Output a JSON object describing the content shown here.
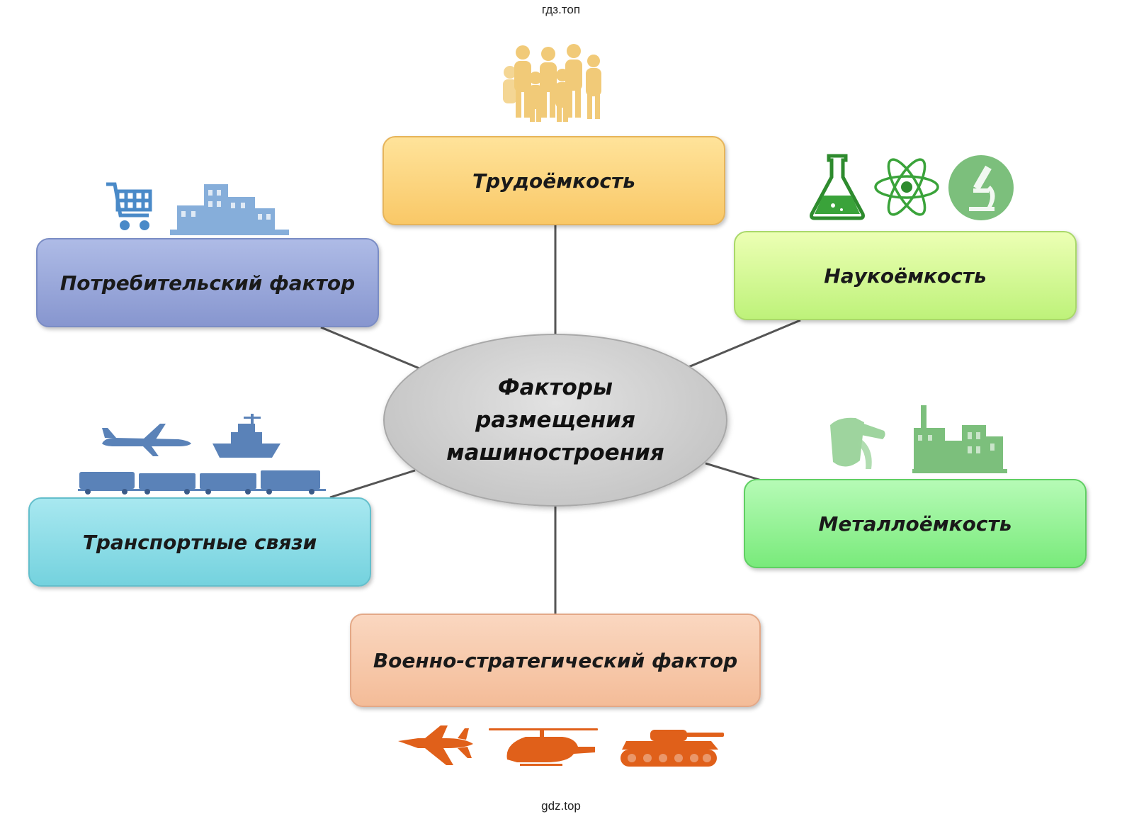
{
  "watermark_top": "гдз.топ",
  "watermark_bottom": "gdz.top",
  "center": {
    "lines": [
      "Факторы",
      "размещения",
      "машиностроения"
    ]
  },
  "nodes": {
    "labor": "Трудоёмкость",
    "consumer": "Потребительский фактор",
    "science": "Наукоёмкость",
    "transport": "Транспортные связи",
    "metal": "Металлоёмкость",
    "military": "Военно-стратегический фактор"
  },
  "colors": {
    "labor": "#f9c867",
    "consumer": "#8796cf",
    "science": "#bef27a",
    "transport": "#74d2de",
    "metal": "#79ea7b",
    "military": "#f4bc98",
    "center": "#c8c8c8",
    "people_icons": "#f0c56a",
    "consumer_icons": "#4a8ac8",
    "science_icons": "#3aa33a",
    "transport_icons": "#5a82b8",
    "metal_icons": "#7cbf7c",
    "military_icons": "#e0601a"
  },
  "icons": {
    "labor": [
      "people-group-icon"
    ],
    "consumer": [
      "shopping-cart-icon",
      "factory-building-icon"
    ],
    "science": [
      "flask-icon",
      "atom-icon",
      "microscope-icon"
    ],
    "transport": [
      "airplane-icon",
      "ship-icon",
      "freight-train-icon"
    ],
    "metal": [
      "ladle-icon",
      "metallurgical-plant-icon"
    ],
    "military": [
      "fighter-jet-icon",
      "helicopter-icon",
      "tank-icon"
    ]
  }
}
